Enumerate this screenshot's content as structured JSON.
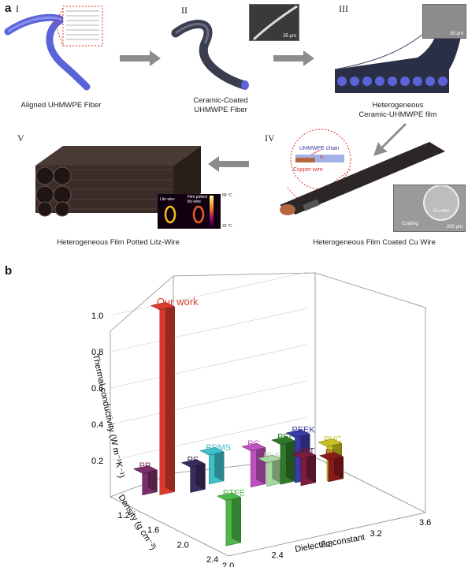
{
  "panel_a": {
    "letter": "a",
    "steps": [
      {
        "roman": "I",
        "caption": "Aligned UHMWPE Fiber"
      },
      {
        "roman": "II",
        "caption_lines": [
          "Ceramic-Coated",
          "UHMWPE Fiber"
        ],
        "scale_bar": "35 µm"
      },
      {
        "roman": "III",
        "caption_lines": [
          "Heterogeneous",
          "Ceramic-UHMWPE film"
        ],
        "scale_bar": "30 µm"
      },
      {
        "roman": "IV",
        "caption": "Heterogeneous Film Coated Cu Wire",
        "zoom_labels": {
          "chain": "UHMWPE chain",
          "alpha": "α",
          "copper": "Copper wire"
        },
        "sem_labels": {
          "cu": "Cu wire",
          "coating": "Coating",
          "scale": "200 µm"
        }
      },
      {
        "roman": "V",
        "caption": "Heterogeneous Film Potted Litz-Wire",
        "thermal_labels": {
          "left": "Litz-wire",
          "right_lines": [
            "Film potted",
            "litz-wire"
          ],
          "max": "68 °C",
          "min": "23 °C"
        }
      }
    ],
    "colors": {
      "fiber": "#5b63d8",
      "coated": "#3a3d4e",
      "film": "#2b2f45",
      "copper": "#b5673f",
      "arrow": "#8c8c8c"
    }
  },
  "panel_b": {
    "letter": "b",
    "chart_data": {
      "type": "bar3d",
      "zlabel": "Thermal conductivity (W m⁻¹K⁻¹)",
      "xlabel": "Dielectric constant",
      "ylabel": "Density (g cm⁻³)",
      "z_ticks": [
        "0.2",
        "0.4",
        "0.6",
        "0.8",
        "1.0"
      ],
      "x_ticks": [
        "2.0",
        "2.4",
        "2.8",
        "3.2",
        "3.6"
      ],
      "y_ticks": [
        "1.2",
        "1.6",
        "2.0",
        "2.4"
      ],
      "bars": [
        {
          "name": "Our work",
          "dielectric": 2.3,
          "density": 0.97,
          "k": 1.02,
          "color": "#d93a2b"
        },
        {
          "name": "PDMS",
          "dielectric": 2.7,
          "density": 0.97,
          "k": 0.16,
          "color": "#3fbfc9"
        },
        {
          "name": "PP",
          "dielectric": 2.2,
          "density": 0.9,
          "k": 0.12,
          "color": "#7b2e6b"
        },
        {
          "name": "PC",
          "dielectric": 2.9,
          "density": 1.2,
          "k": 0.2,
          "color": "#c050c0"
        },
        {
          "name": "PS",
          "dielectric": 2.5,
          "density": 1.05,
          "k": 0.14,
          "color": "#3a2a5e"
        },
        {
          "name": "PLA",
          "dielectric": 3.0,
          "density": 1.25,
          "k": 0.13,
          "color": "#a8d8a0"
        },
        {
          "name": "PEEK",
          "dielectric": 3.2,
          "density": 1.3,
          "k": 0.25,
          "color": "#3a3aa8"
        },
        {
          "name": "PVC",
          "dielectric": 3.4,
          "density": 1.4,
          "k": 0.19,
          "color": "#c8c020"
        },
        {
          "name": "PET",
          "dielectric": 3.2,
          "density": 1.38,
          "k": 0.15,
          "color": "#7a1e40"
        },
        {
          "name": "PI",
          "dielectric": 3.4,
          "density": 1.42,
          "k": 0.12,
          "color": "#8a1a1a"
        },
        {
          "name": "PEI",
          "dielectric": 3.1,
          "density": 1.27,
          "k": 0.22,
          "color": "#2f7a2a"
        },
        {
          "name": "PTFE",
          "dielectric": 2.1,
          "density": 2.2,
          "k": 0.25,
          "color": "#4fb84a"
        }
      ]
    }
  }
}
